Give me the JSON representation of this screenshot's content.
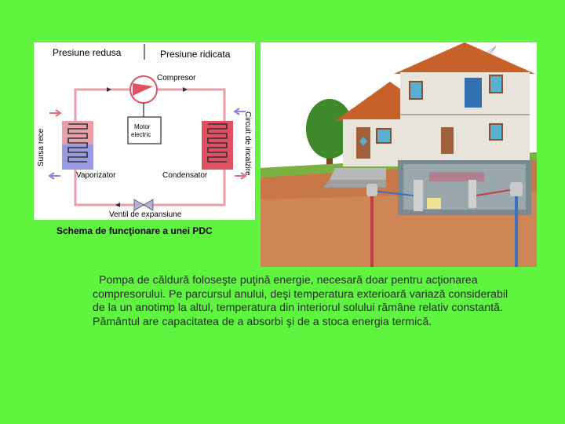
{
  "schema": {
    "header_left": "Presiune redusa",
    "header_right": "Presiune ridicata",
    "compressor": "Compresor",
    "motor_line1": "Motor",
    "motor_line2": "electric",
    "source_label": "Sursa rece",
    "circuit_label": "Circuit de incalzire",
    "evaporator": "Vaporizator",
    "condenser": "Condensator",
    "valve": "Ventil de expansiune",
    "colors": {
      "pipe": "#e8a0a8",
      "hot": "#e05060",
      "cold": "#8a8ad8",
      "arrow_cold": "#8888d8",
      "arrow_hot": "#e07080"
    }
  },
  "caption": "Schema de funcţionare a unei PDC",
  "description": "Pompa de căldură foloseşte puţină energie, necesară doar pentru acţionarea compresorului. Pe parcursul anului, deşi temperatura exterioară variază considerabil de la un anotimp la altul, temperatura din interiorul solului rămâne relativ constantă. Pământul are capacitatea de a absorbi şi de a stoca energia termică.",
  "house_illustration": {
    "icon": "house-with-heat-pump-illustration",
    "colors": {
      "roof": "#c8602a",
      "wall": "#e8e4dc",
      "sky": "#ffffff",
      "ground": "#c87848",
      "pipe_hot": "#c04040",
      "pipe_cold": "#4070c0"
    }
  }
}
